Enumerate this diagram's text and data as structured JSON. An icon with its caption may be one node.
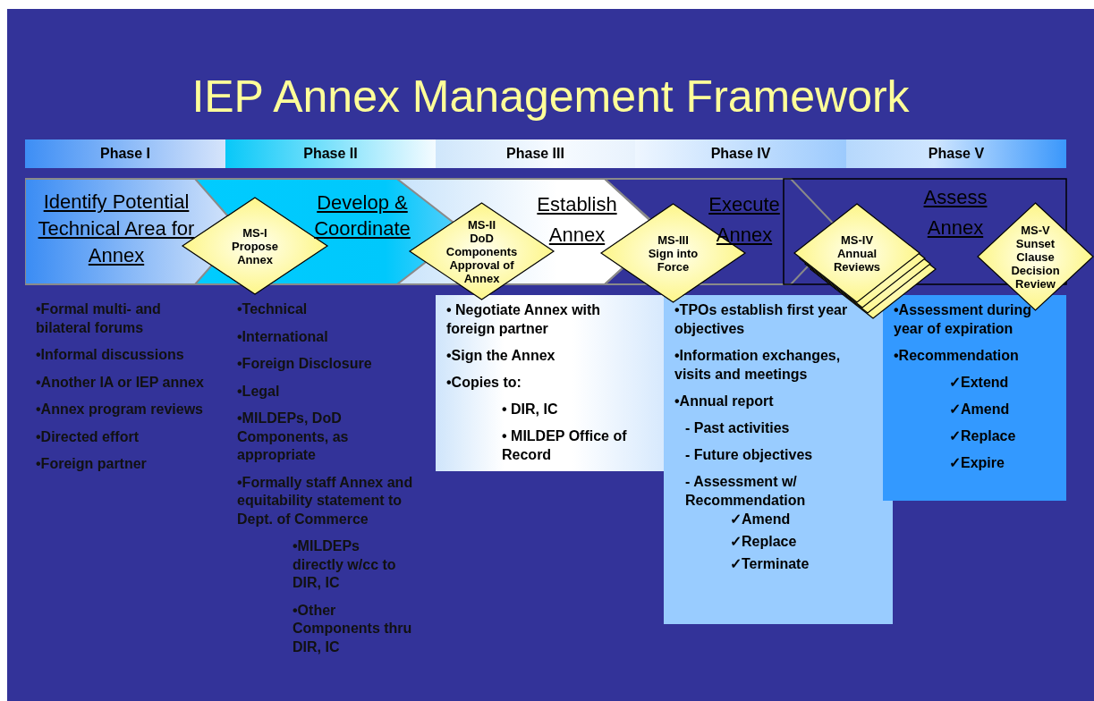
{
  "diagram": {
    "title": "IEP Annex Management Framework",
    "nodes": [
      {
        "text": [
          "Phase I"
        ]
      },
      {
        "text": [
          "Phase II"
        ]
      },
      {
        "text": [
          "Phase III"
        ]
      },
      {
        "text": [
          "Phase IV"
        ]
      },
      {
        "text": [
          "Phase V"
        ]
      },
      {
        "text": [
          "Identify Potential Technical Area for Annex"
        ]
      },
      {
        "text": [
          "Develop & Coordinate"
        ]
      },
      {
        "text": [
          "Establish Annex"
        ]
      },
      {
        "text": [
          "Execute Annex"
        ]
      },
      {
        "text": [
          "Assess Annex"
        ]
      },
      {
        "text": [
          "MS-I",
          "Propose Annex"
        ]
      },
      {
        "text": [
          "MS-II",
          "DoD Components Approval of Annex"
        ]
      },
      {
        "text": [
          "MS-III",
          "Sign into Force"
        ]
      },
      {
        "text": [
          "MS-IV",
          "Annual Reviews"
        ]
      },
      {
        "text": [
          "MS-V",
          "Sunset Clause Decision Review"
        ]
      },
      {
        "text": [
          "• Negotiate Annex with foreign partner",
          "•Sign the Annex",
          "•Copies to:",
          "• DIR, IC",
          "• MILDEP Office of Record"
        ]
      },
      {
        "text": [
          "•TPOs establish first year objectives",
          "•Information exchanges, visits and meetings",
          "•Annual report",
          "- Past activities",
          "- Future objectives",
          "- Assessment w/ Recommendation",
          "✓Amend",
          "✓Replace",
          "✓Terminate"
        ]
      },
      {
        "text": [
          "•Assessment during year of expiration",
          "•Recommendation",
          "✓Extend",
          "✓Amend",
          "✓Replace",
          "✓Expire"
        ]
      }
    ],
    "labels": [
      "•Formal multi- and bilateral forums",
      "•Informal discussions",
      "•Another IA or IEP annex",
      "•Annex program reviews",
      "•Directed effort",
      "•Foreign partner",
      "•Technical",
      "•International",
      "•Foreign Disclosure",
      "•Legal",
      "•MILDEPs, DoD Components, as appropriate",
      "•Formally staff Annex and equitability statement to Dept. of Commerce",
      "•MILDEPs directly w/cc to DIR, IC",
      "•Other Components thru DIR, IC"
    ]
  }
}
